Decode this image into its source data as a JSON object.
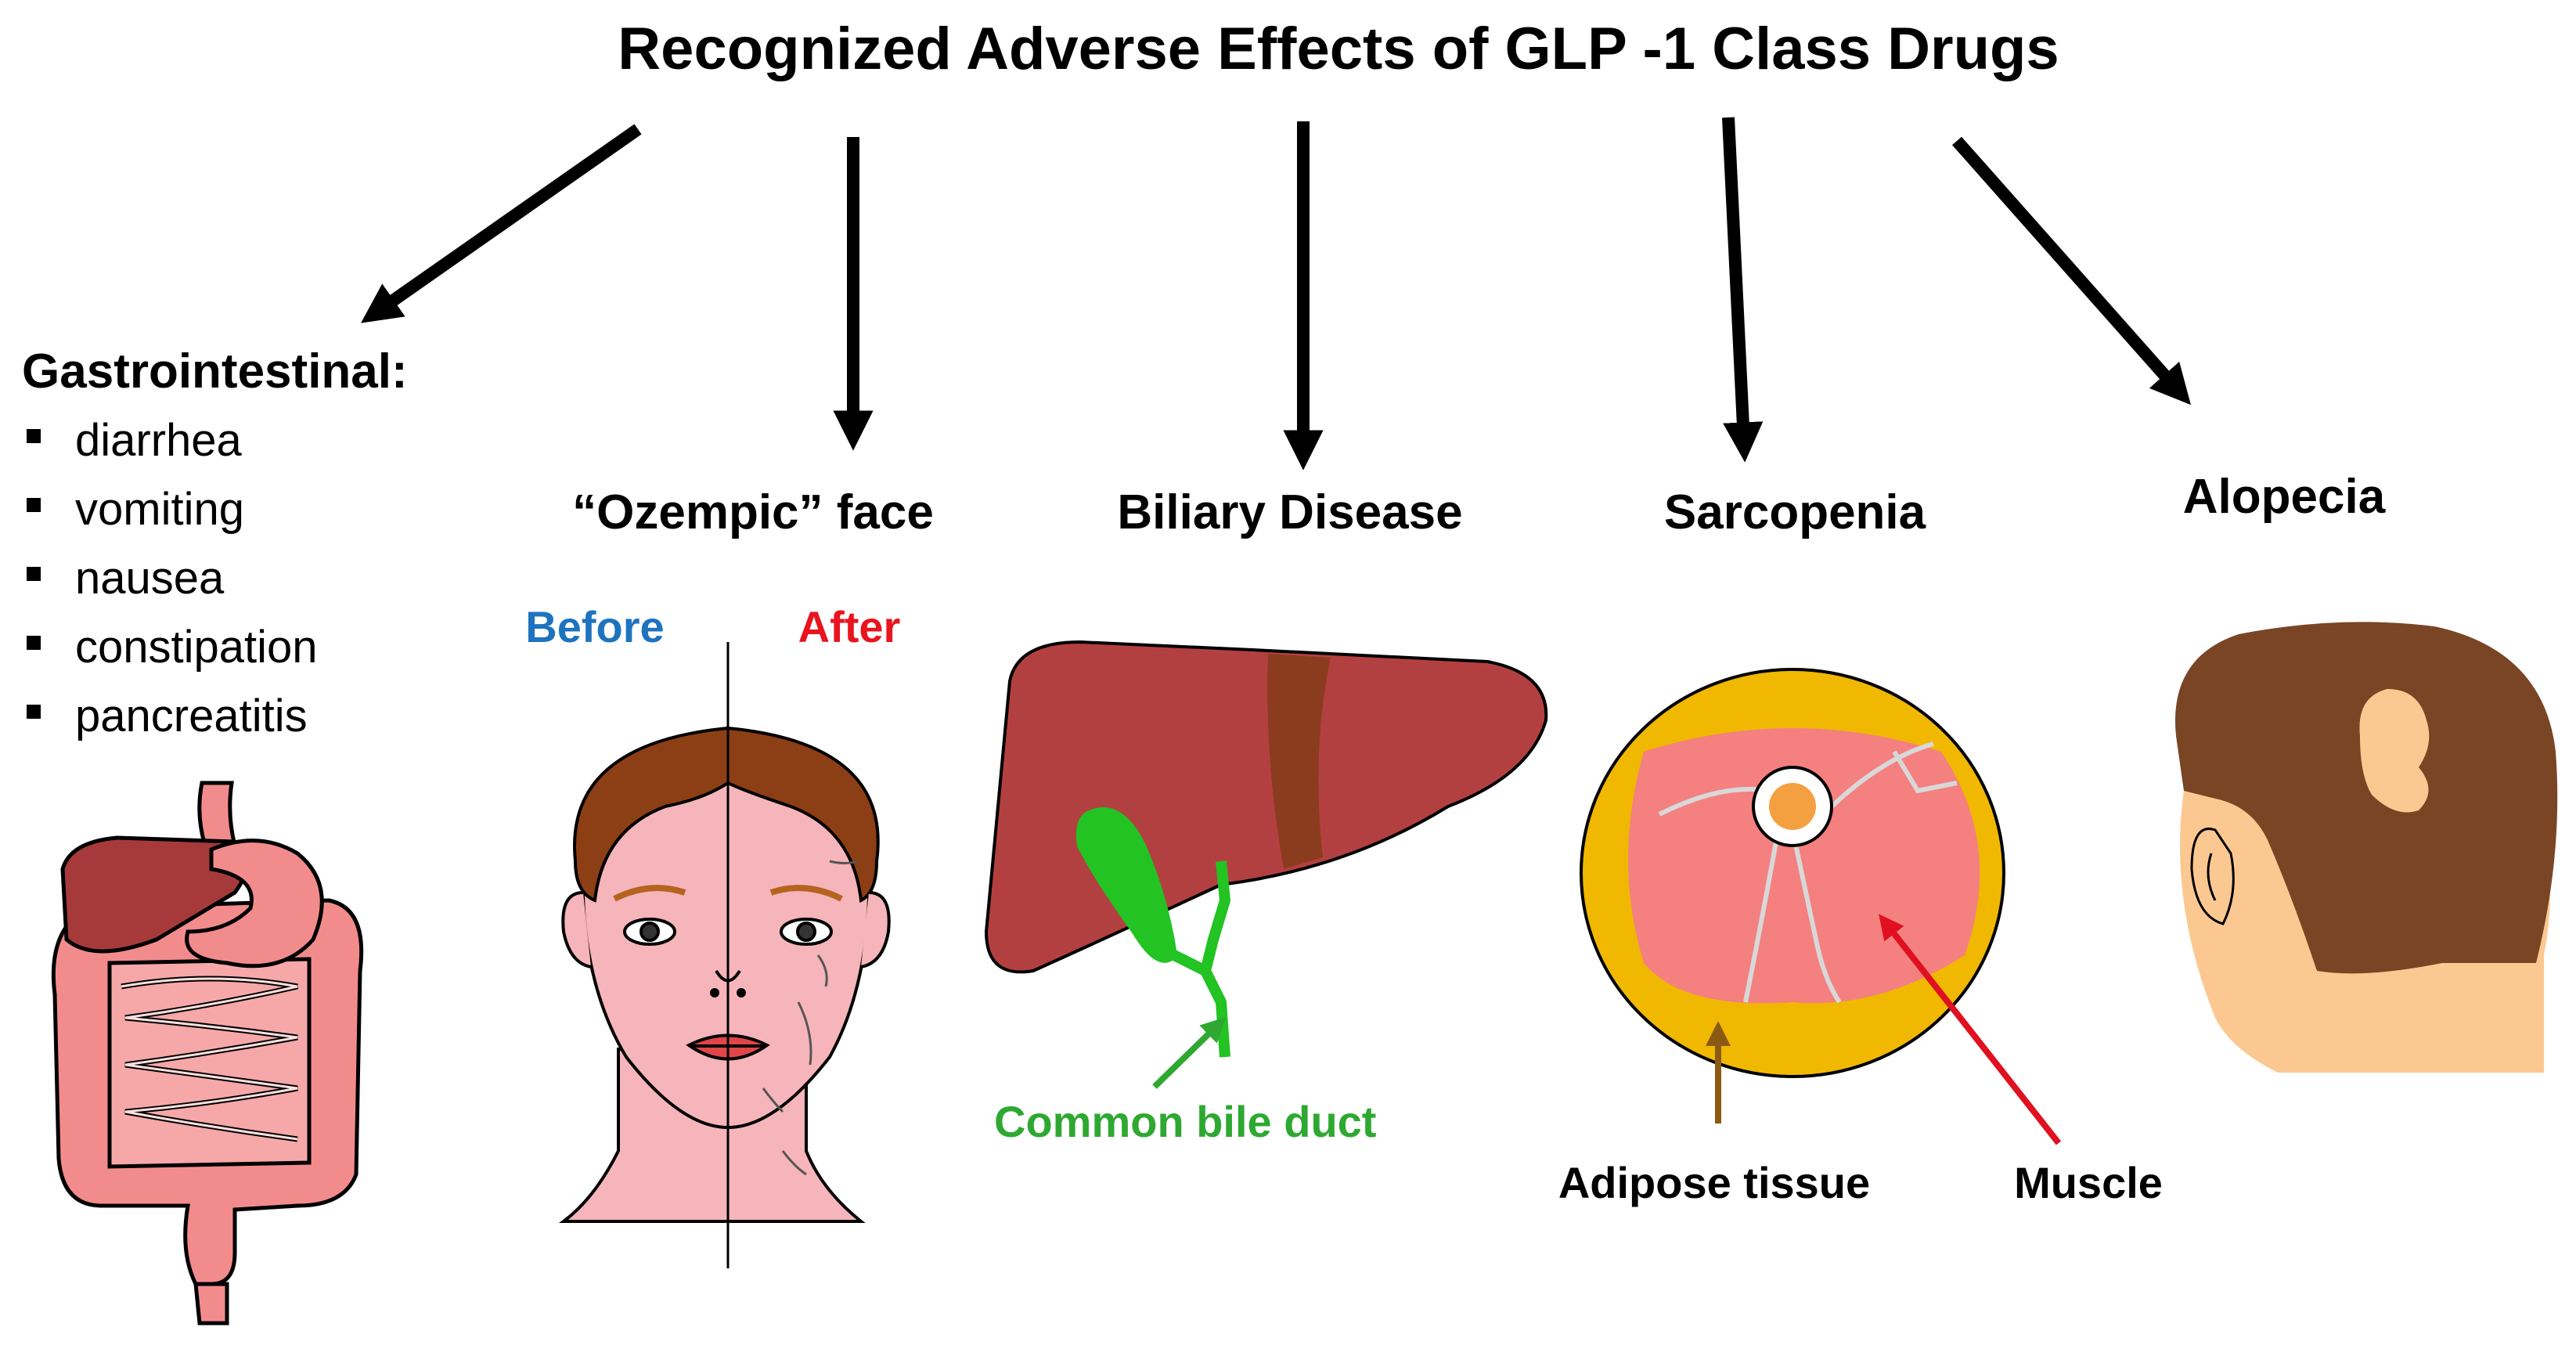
{
  "title": "Recognized Adverse Effects of GLP -1 Class Drugs",
  "gastrointestinal": {
    "heading": "Gastrointestinal:",
    "items": [
      "diarrhea",
      "vomiting",
      "nausea",
      "constipation",
      "pancreatitis"
    ]
  },
  "ozempic": {
    "label": "“Ozempic” face",
    "before": "Before",
    "after": "After"
  },
  "biliary": {
    "label": "Biliary Disease",
    "duct_label": "Common bile duct"
  },
  "sarcopenia": {
    "label": "Sarcopenia",
    "adipose_label": "Adipose tissue",
    "muscle_label": "Muscle"
  },
  "alopecia": {
    "label": "Alopecia"
  },
  "colors": {
    "before": "#1e73be",
    "after": "#e8141e",
    "duct": "#2ea831",
    "adipose_arrow": "#8b5a12",
    "muscle_arrow": "#e01020",
    "liver": "#b34040",
    "skin": "#f6b5ba",
    "hair": "#8c3e14",
    "fat": "#f0b800",
    "muscle": "#f58080",
    "intestine": "#f28c8c"
  }
}
